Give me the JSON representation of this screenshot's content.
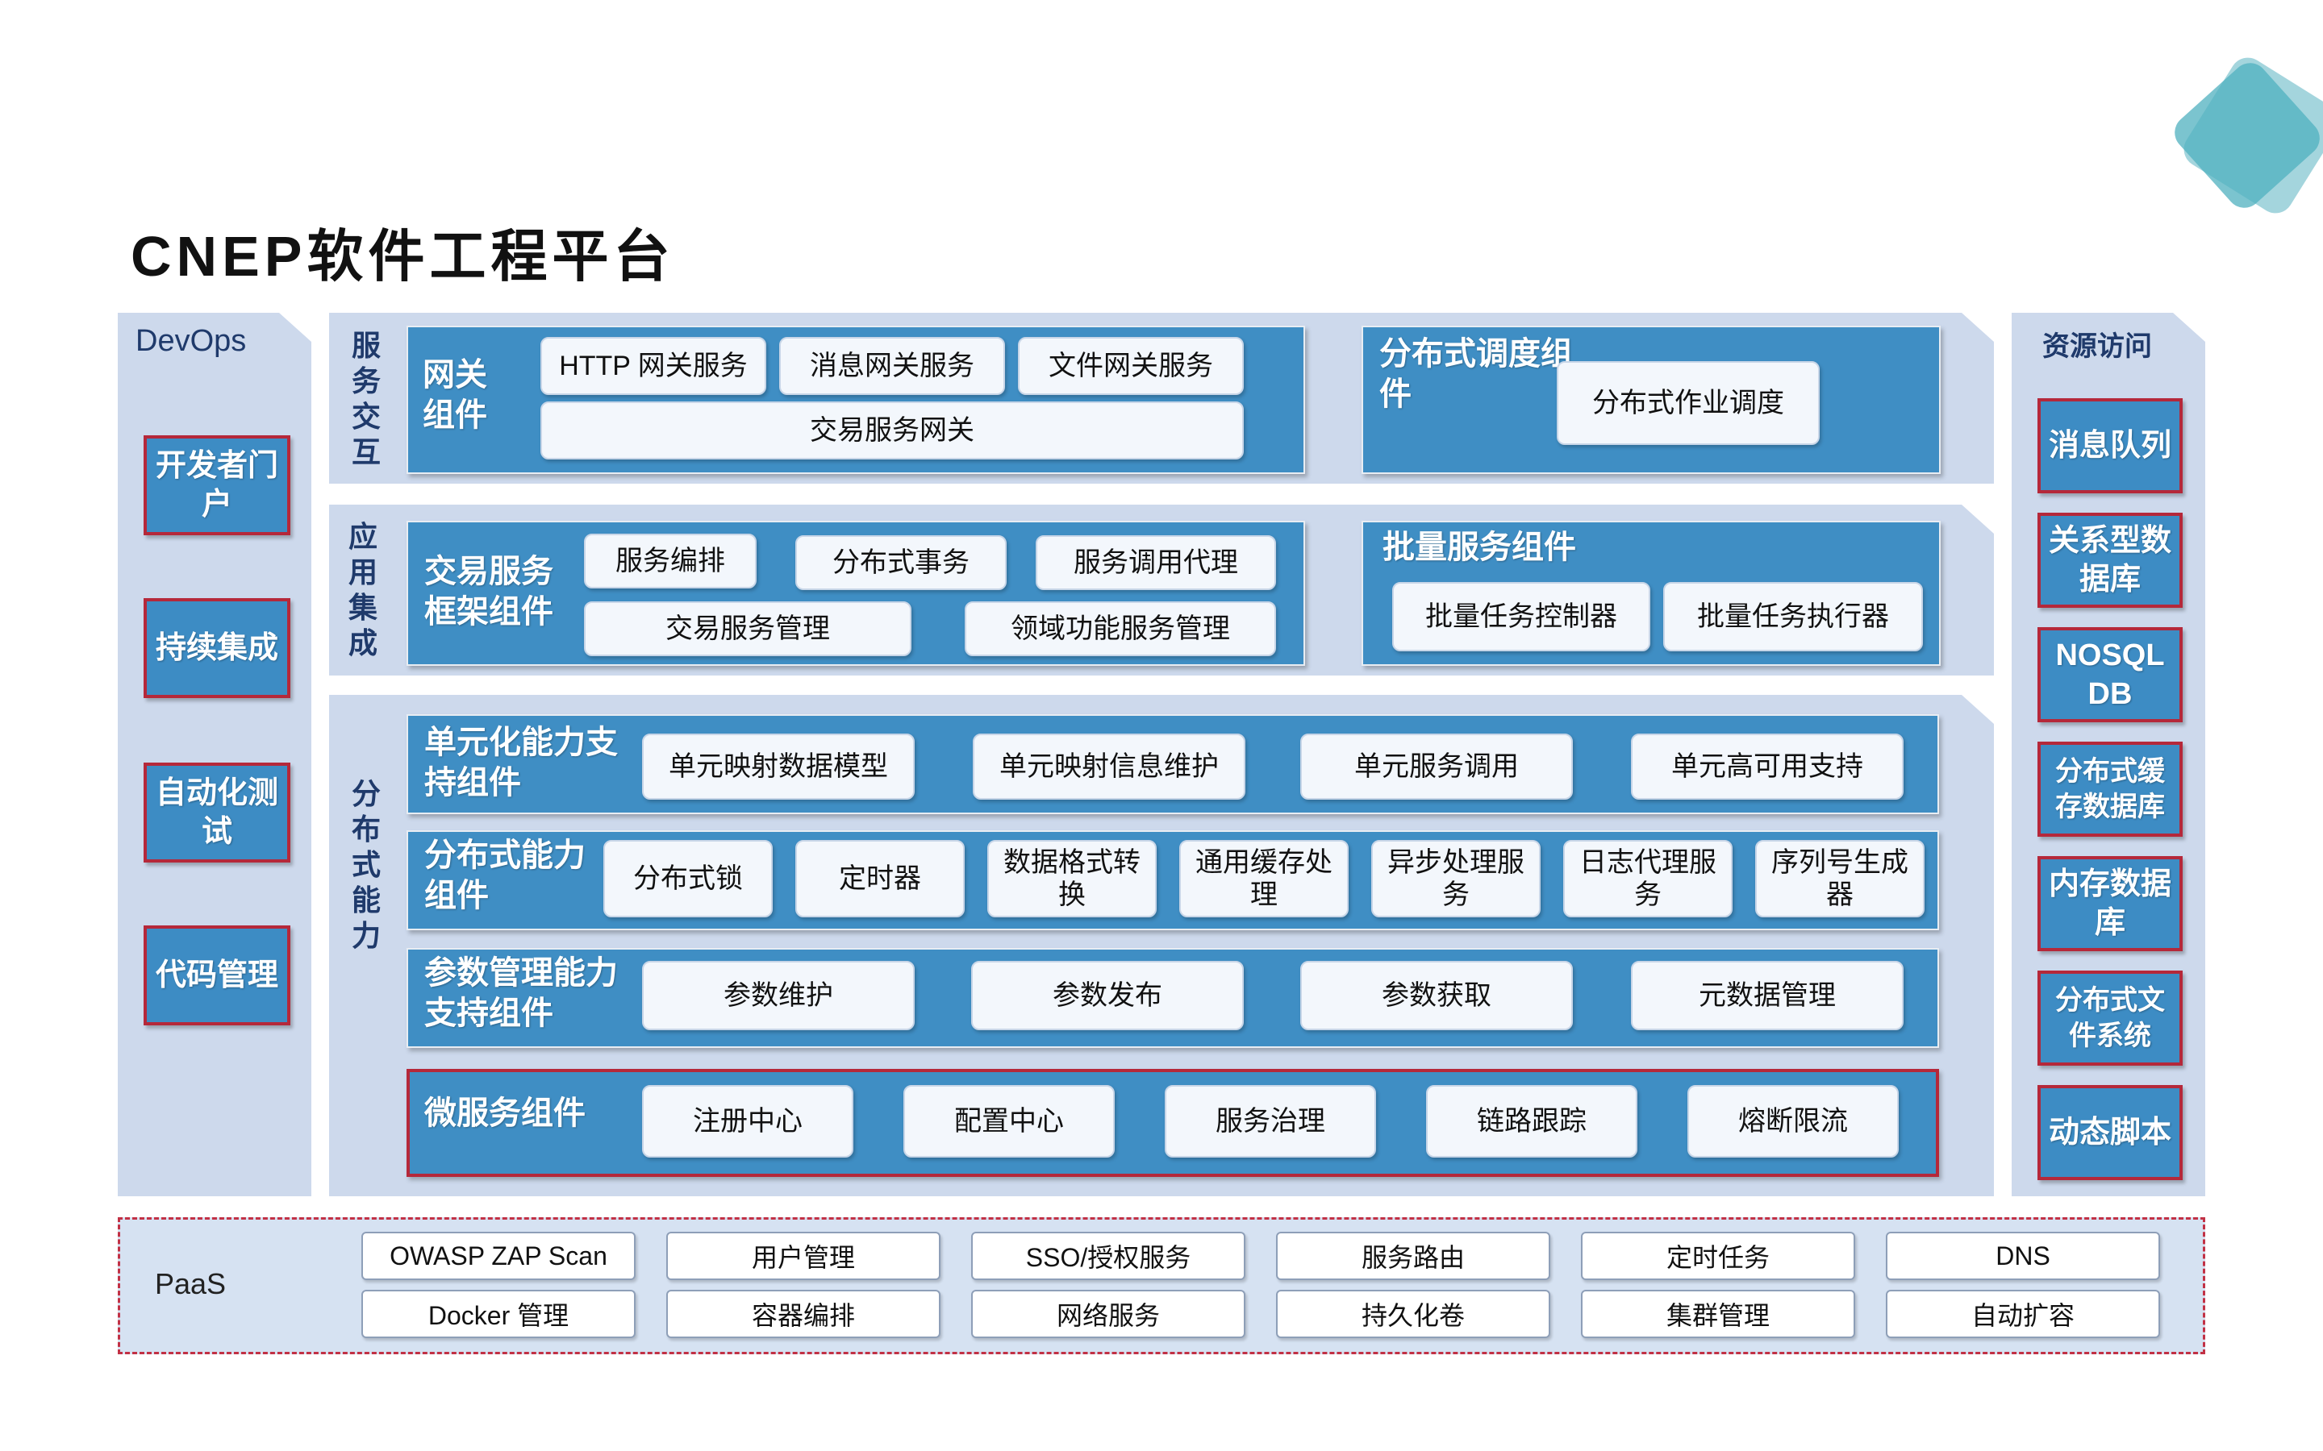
{
  "title": "CNEP软件工程平台",
  "devops": {
    "label": "DevOps",
    "items": [
      "开发者门户",
      "持续集成",
      "自动化测试",
      "代码管理"
    ]
  },
  "resources": {
    "label": "资源访问",
    "items": [
      "消息队列",
      "关系型数据库",
      "NOSQL DB",
      "分布式缓存数据库",
      "内存数据库",
      "分布式文件系统",
      "动态脚本"
    ]
  },
  "service_interaction": {
    "label": "服务交互",
    "gateway": {
      "label": "网关组件",
      "cells": [
        "HTTP 网关服务",
        "消息网关服务",
        "文件网关服务"
      ],
      "wide_cell": "交易服务网关"
    },
    "scheduler": {
      "label": "分布式调度组件",
      "cell": "分布式作业调度"
    }
  },
  "app_integration": {
    "label": "应用集成",
    "framework": {
      "label": "交易服务框架组件",
      "row1": [
        "服务编排",
        "分布式事务",
        "服务调用代理"
      ],
      "row2": [
        "交易服务管理",
        "领域功能服务管理"
      ]
    },
    "batch": {
      "label": "批量服务组件",
      "cells": [
        "批量任务控制器",
        "批量任务执行器"
      ]
    }
  },
  "distributed": {
    "label": "分布式能力",
    "rows": [
      {
        "label": "单元化能力支持组件",
        "cells": [
          "单元映射数据模型",
          "单元映射信息维护",
          "单元服务调用",
          "单元高可用支持"
        ]
      },
      {
        "label": "分布式能力组件",
        "cells": [
          "分布式锁",
          "定时器",
          "数据格式转换",
          "通用缓存处理",
          "异步处理服务",
          "日志代理服务",
          "序列号生成器"
        ]
      },
      {
        "label": "参数管理能力支持组件",
        "cells": [
          "参数维护",
          "参数发布",
          "参数获取",
          "元数据管理"
        ]
      },
      {
        "label": "微服务组件",
        "cells": [
          "注册中心",
          "配置中心",
          "服务治理",
          "链路跟踪",
          "熔断限流"
        ]
      }
    ]
  },
  "paas": {
    "label": "PaaS",
    "row1": [
      "OWASP ZAP Scan",
      "用户管理",
      "SSO/授权服务",
      "服务路由",
      "定时任务",
      "DNS"
    ],
    "row2": [
      "Docker 管理",
      "容器编排",
      "网络服务",
      "持久化卷",
      "集群管理",
      "自动扩容"
    ]
  }
}
